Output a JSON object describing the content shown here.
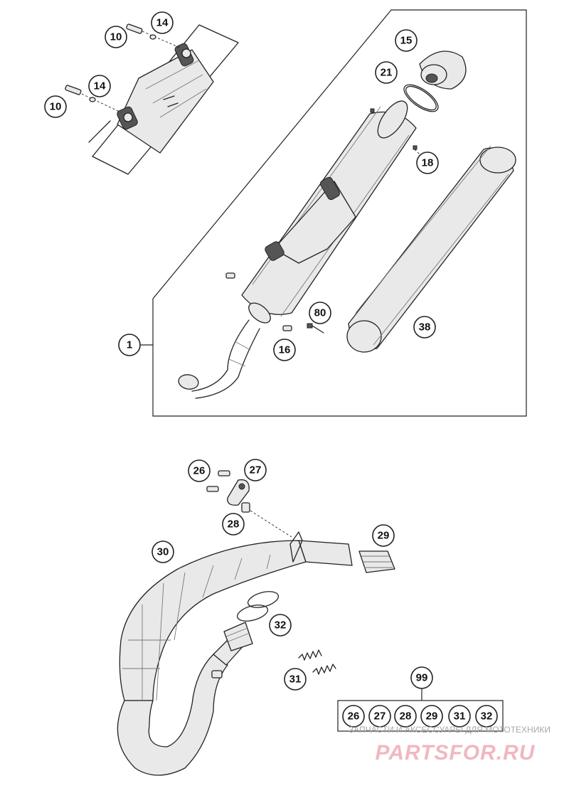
{
  "callouts": {
    "c1": "1",
    "c10a": "10",
    "c10b": "10",
    "c14a": "14",
    "c14b": "14",
    "c15": "15",
    "c21": "21",
    "c18": "18",
    "c38": "38",
    "c80": "80",
    "c16": "16",
    "c26": "26",
    "c27": "27",
    "c28": "28",
    "c29": "29",
    "c30": "30",
    "c32": "32",
    "c31": "31",
    "c99": "99"
  },
  "kit": {
    "items": [
      "26",
      "27",
      "28",
      "29",
      "31",
      "32"
    ]
  },
  "watermark": {
    "subtitle": "ЗАПЧАСТИ И АКСЕССУАРЫ ДЛЯ МОТОТЕХНИКИ",
    "brand": "PARTSFOR.RU"
  }
}
